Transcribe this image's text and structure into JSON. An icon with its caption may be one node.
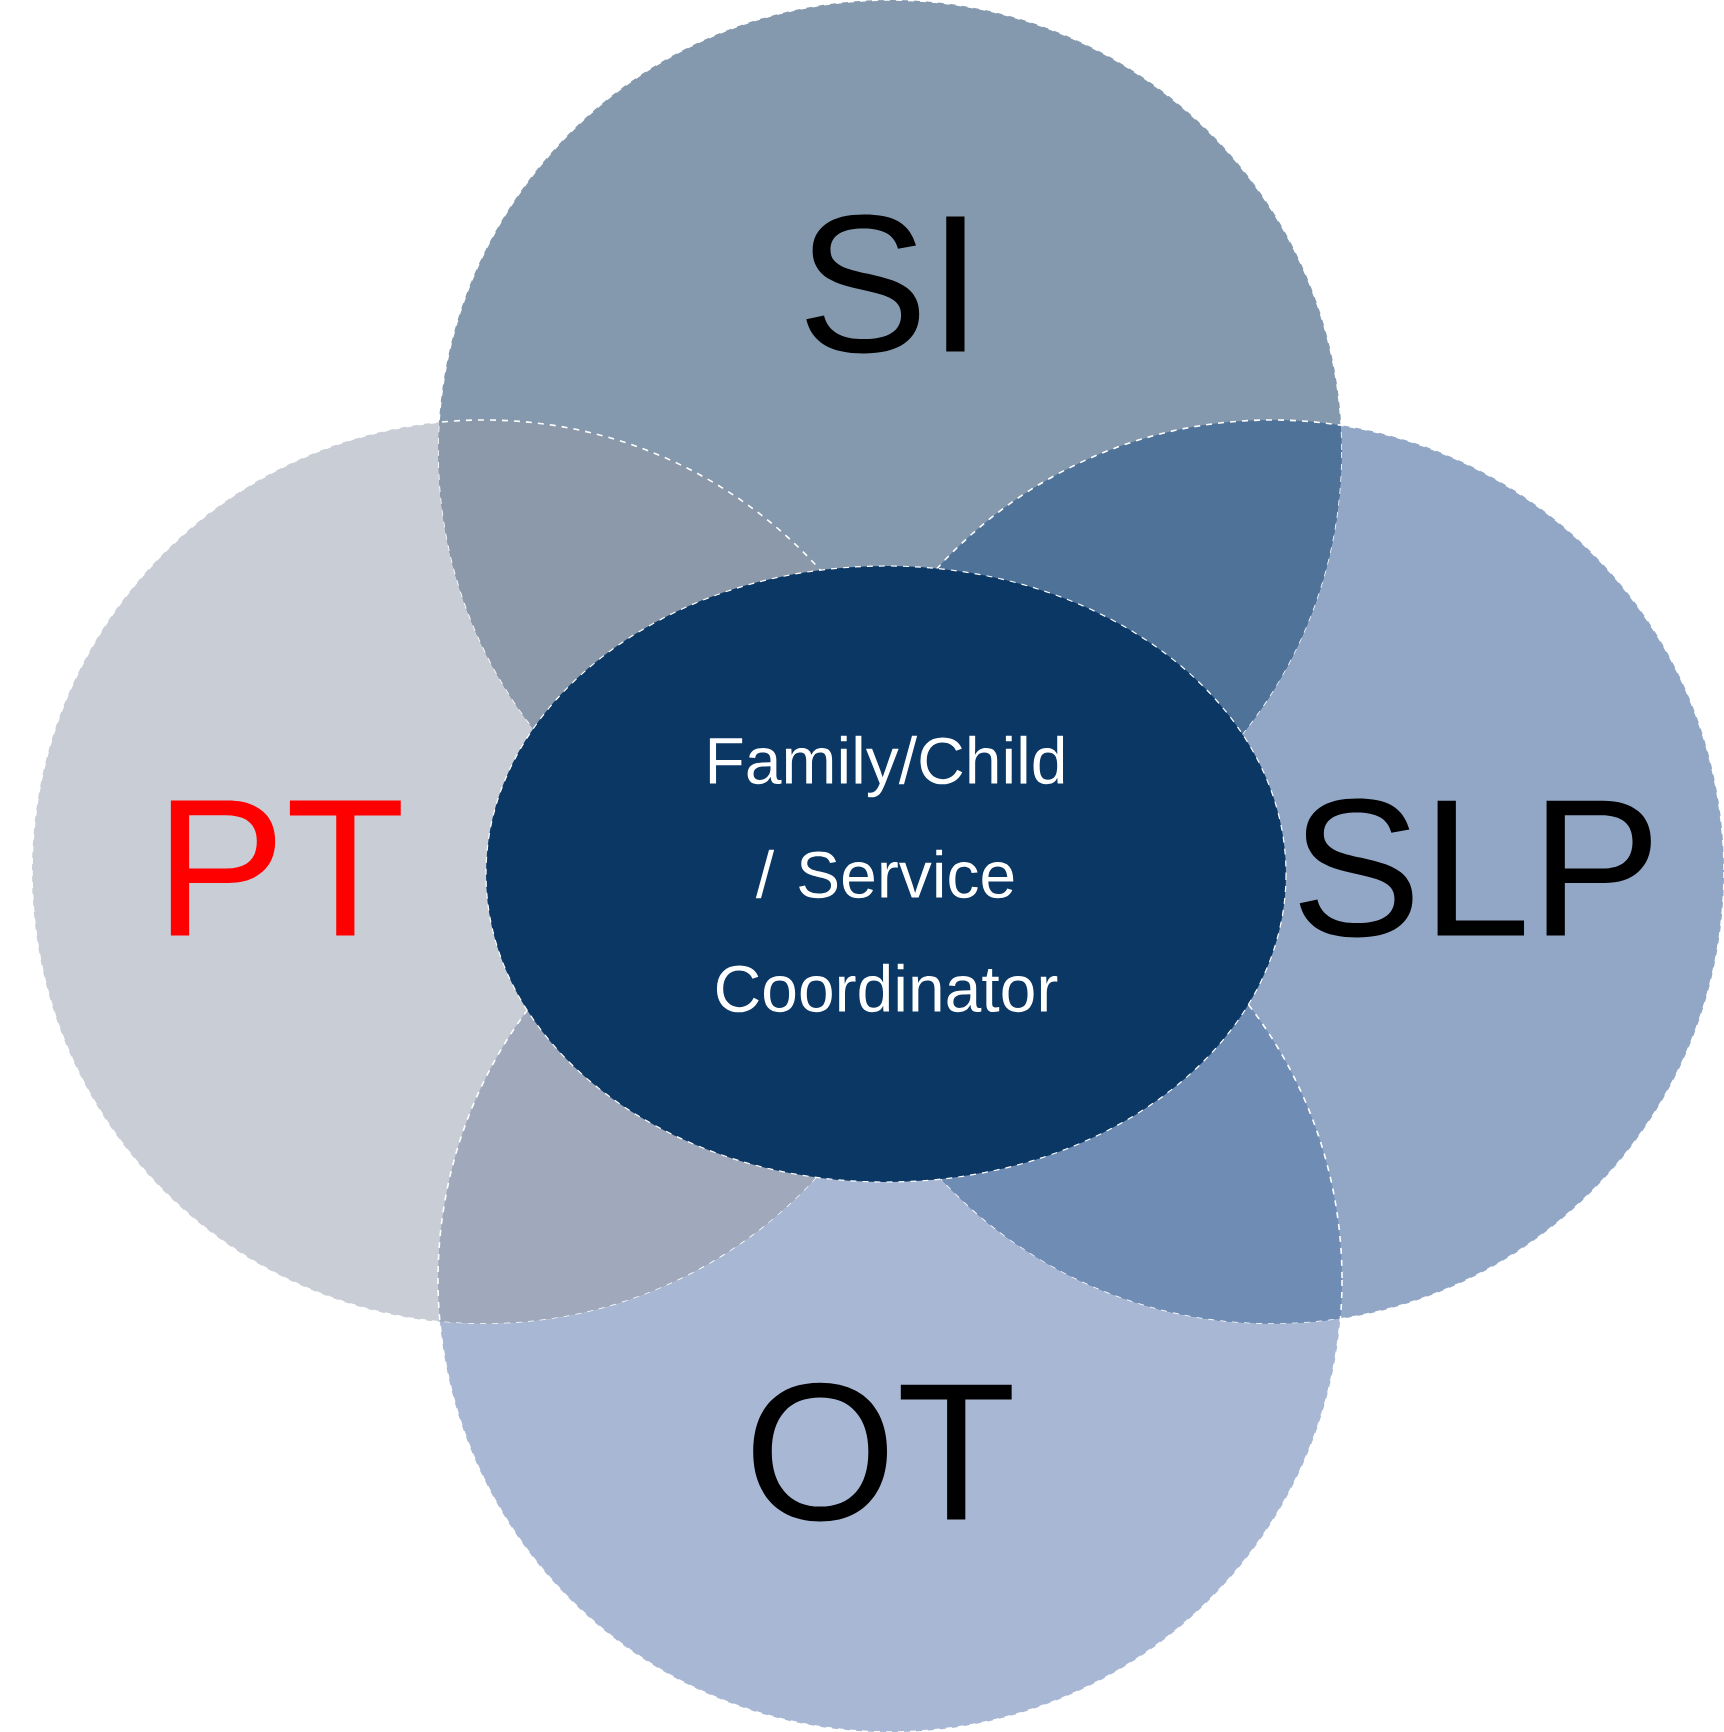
{
  "diagram": {
    "nodes": [
      {
        "text": [
          "SI"
        ]
      },
      {
        "text": [
          "PT"
        ]
      },
      {
        "text": [
          "Family/Child / Service Coordinator"
        ]
      },
      {
        "text": [
          "SLP"
        ]
      },
      {
        "text": [
          "OT"
        ]
      }
    ]
  }
}
